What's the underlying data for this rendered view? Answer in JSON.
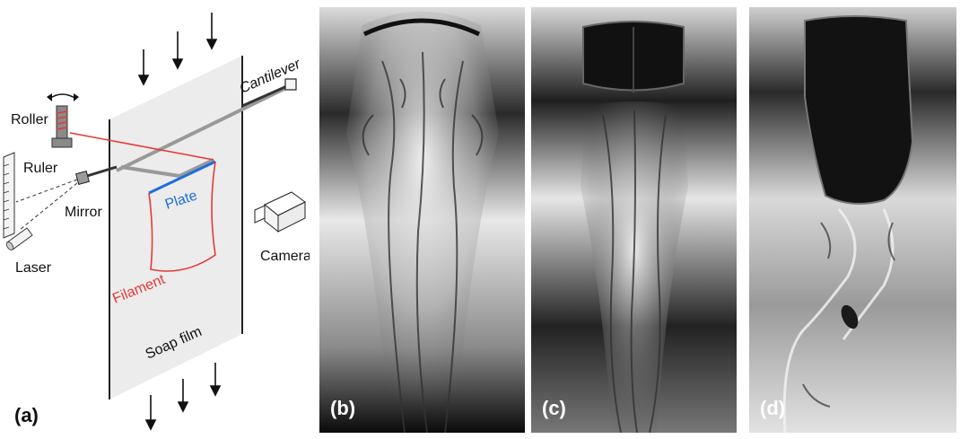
{
  "panel_a": {
    "label": "(a)",
    "roller": "Roller",
    "ruler": "Ruler",
    "mirror": "Mirror",
    "laser": "Laser",
    "plate": "Plate",
    "filament": "Filament",
    "soap_film": "Soap film",
    "cantilever": "Cantilever",
    "camera": "Camera"
  },
  "panel_b": {
    "label": "(b)"
  },
  "panel_c": {
    "label": "(c)"
  },
  "panel_d": {
    "label": "(d)"
  },
  "colors": {
    "laser_beam": "#e53935",
    "filament": "#e53935",
    "plate": "#1e6fd9",
    "film": "#ececec"
  }
}
